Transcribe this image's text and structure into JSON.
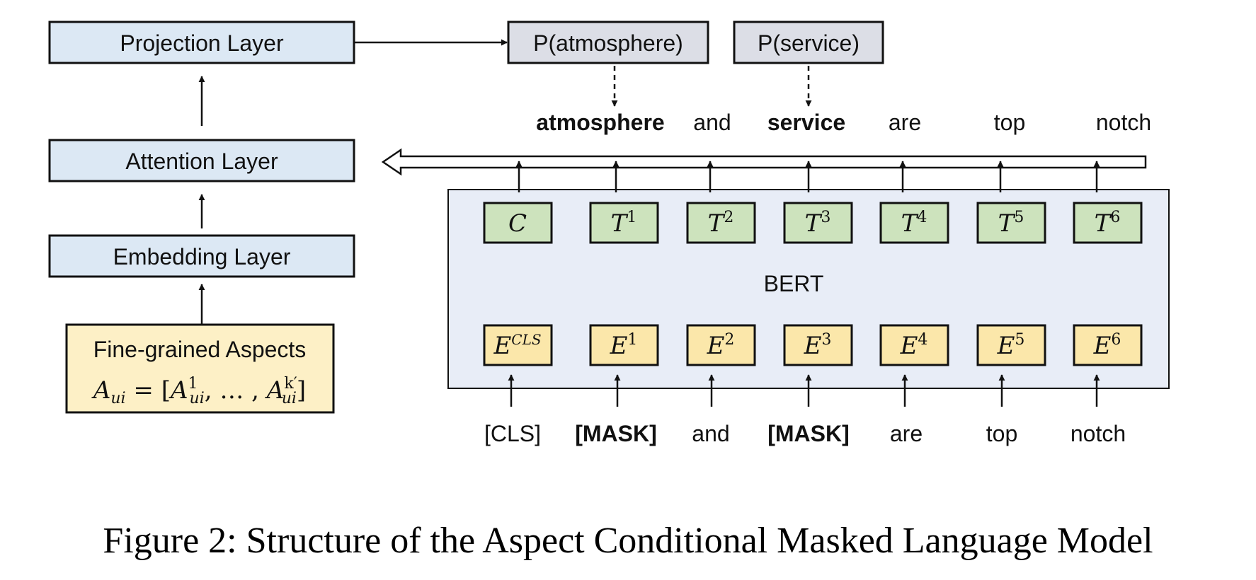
{
  "left_stack": {
    "projection_layer": "Projection Layer",
    "attention_layer": "Attention Layer",
    "embedding_layer": "Embedding Layer",
    "aspects_title": "Fine-grained Aspects",
    "aspects_formula": {
      "lhs": "A",
      "lhs_sub": "ui",
      "eq": " = [",
      "first": "A",
      "first_sup": "1",
      "first_sub": "ui",
      "dots": ", … , ",
      "last": "A",
      "last_sup": "k′",
      "last_sub": "ui",
      "close": "]"
    }
  },
  "predictions": [
    "P(atmosphere)",
    "P(service)"
  ],
  "output_words": [
    {
      "text": "atmosphere",
      "bold": true
    },
    {
      "text": "and",
      "bold": false
    },
    {
      "text": "service",
      "bold": true
    },
    {
      "text": "are",
      "bold": false
    },
    {
      "text": "top",
      "bold": false
    },
    {
      "text": "notch",
      "bold": false
    }
  ],
  "bert": {
    "label": "BERT",
    "output_tokens": [
      {
        "base": "C",
        "sup": ""
      },
      {
        "base": "T",
        "sup": "1"
      },
      {
        "base": "T",
        "sup": "2"
      },
      {
        "base": "T",
        "sup": "3"
      },
      {
        "base": "T",
        "sup": "4"
      },
      {
        "base": "T",
        "sup": "5"
      },
      {
        "base": "T",
        "sup": "6"
      }
    ],
    "input_embeddings": [
      {
        "base": "E",
        "sup": "CLS"
      },
      {
        "base": "E",
        "sup": "1"
      },
      {
        "base": "E",
        "sup": "2"
      },
      {
        "base": "E",
        "sup": "3"
      },
      {
        "base": "E",
        "sup": "4"
      },
      {
        "base": "E",
        "sup": "5"
      },
      {
        "base": "E",
        "sup": "6"
      }
    ]
  },
  "input_words": [
    {
      "text": "[CLS]",
      "bold": false
    },
    {
      "text": "[MASK]",
      "bold": true
    },
    {
      "text": "and",
      "bold": false
    },
    {
      "text": "[MASK]",
      "bold": true
    },
    {
      "text": "are",
      "bold": false
    },
    {
      "text": "top",
      "bold": false
    },
    {
      "text": "notch",
      "bold": false
    }
  ],
  "caption": "Figure 2: Structure of the Aspect Conditional Masked Language Model",
  "colors": {
    "layer_fill": "#dce8f4",
    "prediction_fill": "#dcdee6",
    "bert_fill": "#e8edf7",
    "token_fill": "#cde3bd",
    "embedding_fill": "#fbe7aa",
    "aspects_fill": "#fdf0c6",
    "stroke": "#111111"
  }
}
